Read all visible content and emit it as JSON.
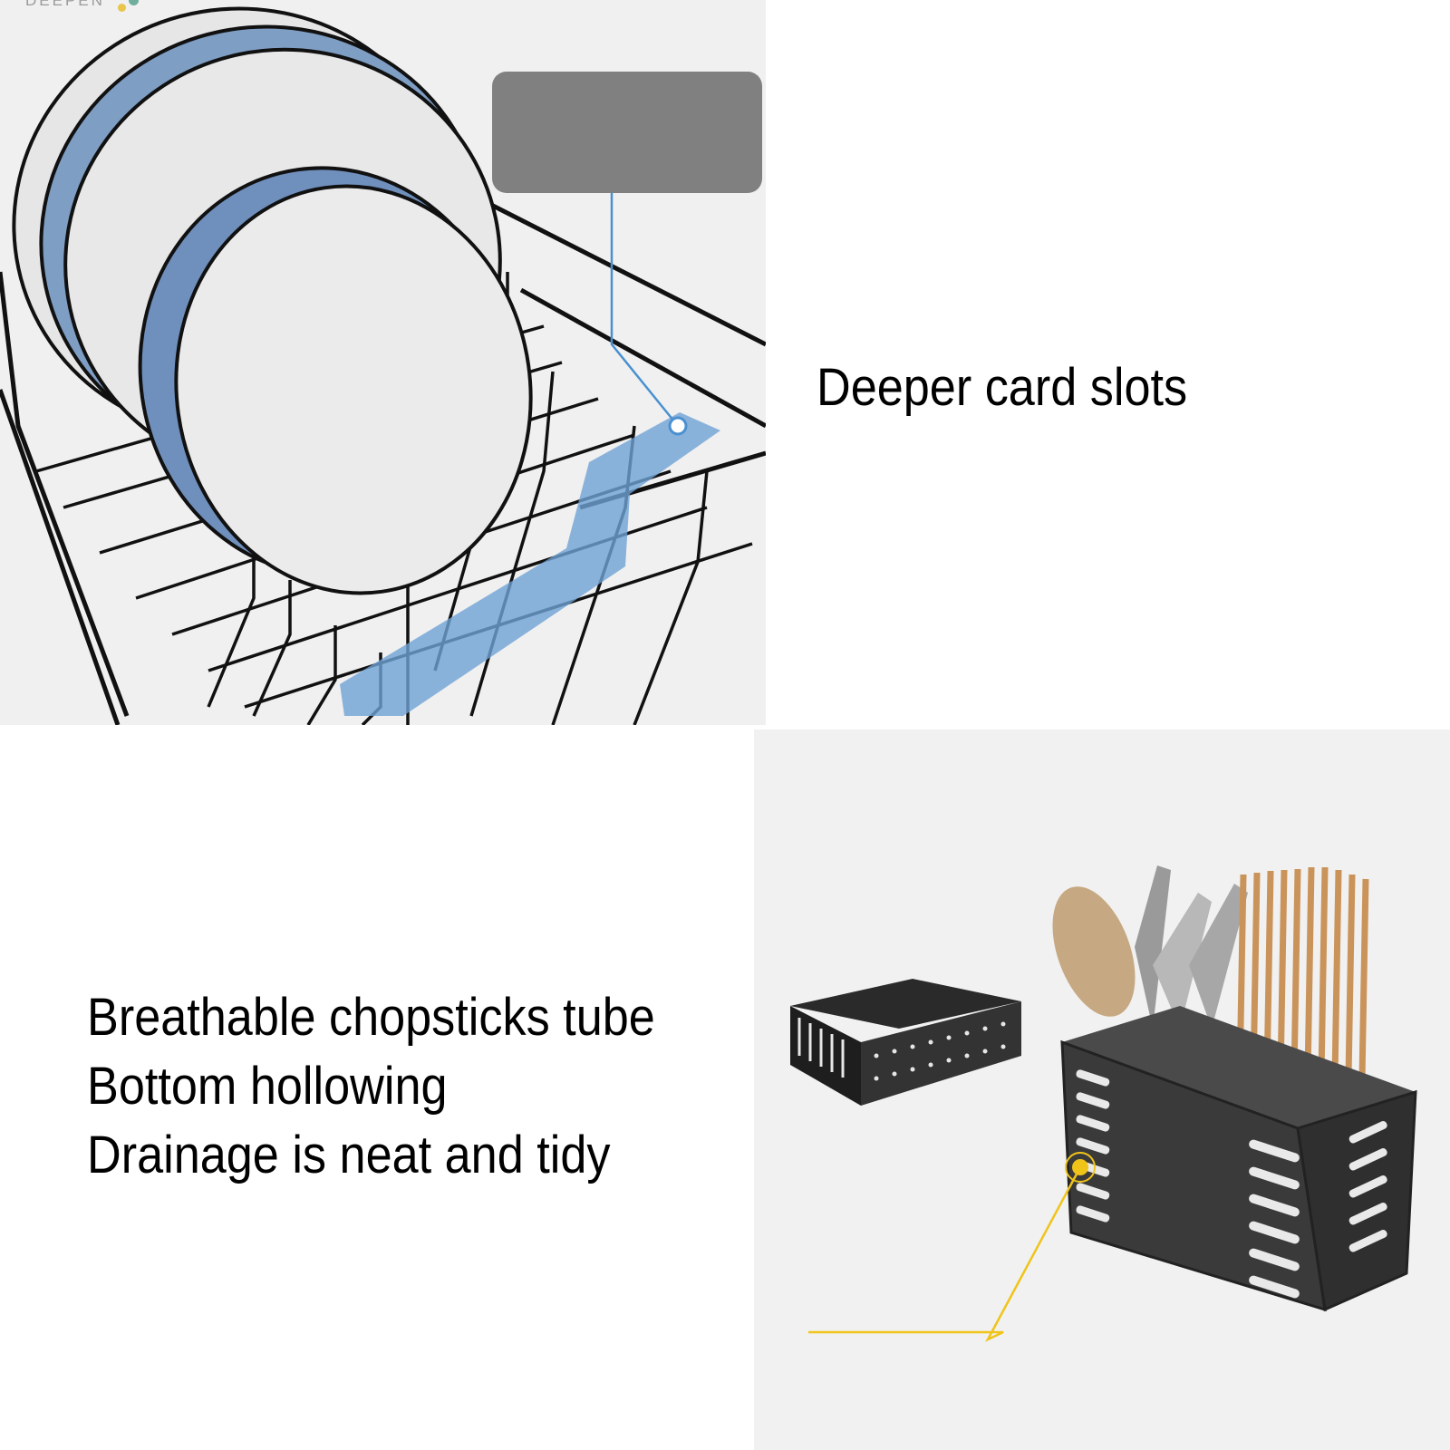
{
  "brand": {
    "logo_text": "DEEPEN"
  },
  "dish_rack_panel": {
    "caption": "Deeper card slots",
    "colors": {
      "highlight": "#6fa3d6",
      "wire": "#111111",
      "plate": "#ececec",
      "callout_box": "#808080"
    }
  },
  "utensil_panel": {
    "caption_lines": [
      "Breathable chopsticks tube",
      "Bottom hollowing",
      "Drainage is neat and tidy"
    ],
    "colors": {
      "holder": "#3e3e3e",
      "chopsticks": "#c9935a",
      "callout": "#f0c419"
    }
  }
}
